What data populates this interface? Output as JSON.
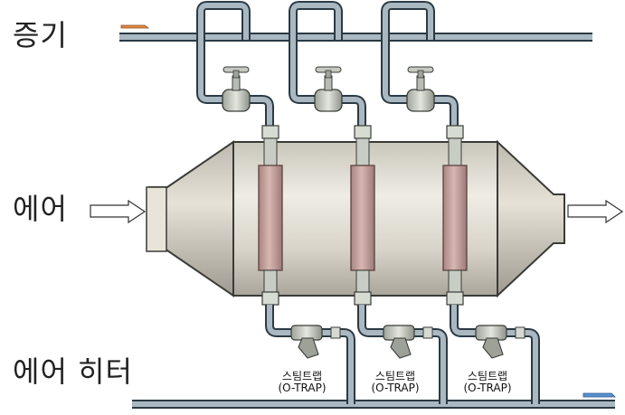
{
  "labels": {
    "steam": "증기",
    "air": "에어",
    "heater": "에어 히터"
  },
  "traps": [
    {
      "name": "스팀트랩",
      "type": "(O-TRAP)"
    },
    {
      "name": "스팀트랩",
      "type": "(O-TRAP)"
    },
    {
      "name": "스팀트랩",
      "type": "(O-TRAP)"
    }
  ],
  "colors": {
    "pipe": "#aab8c2",
    "pipe_outline": "#2b3a44",
    "vessel": "#d9d6cc",
    "heating_element": "#c8a3a0",
    "steam_arrow": "#e58a45",
    "condensate_arrow": "#5b8fcf"
  }
}
